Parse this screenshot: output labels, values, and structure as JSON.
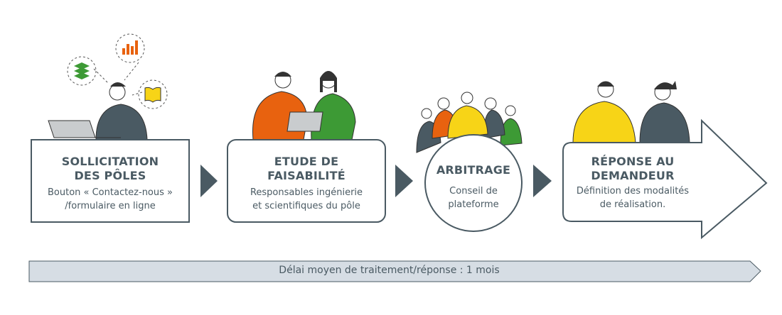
{
  "colors": {
    "ink": "#4a5a63",
    "orange": "#e8620f",
    "green": "#3d9a35",
    "yellow": "#f7d417",
    "bar": "#d6dde4"
  },
  "steps": [
    {
      "title_line1": "SOLLICITATION",
      "title_line2": "DES PÔLES",
      "sub_line1": "Bouton « Contactez-nous »",
      "sub_line2": "/formulaire en ligne"
    },
    {
      "title_line1": "ETUDE DE",
      "title_line2": "FAISABILITÉ",
      "sub_line1": "Responsables ingénierie",
      "sub_line2": "et scientifiques du pôle"
    },
    {
      "title_line1": "ARBITRAGE",
      "sub_line1": "Conseil de",
      "sub_line2": "plateforme"
    },
    {
      "title_line1": "RÉPONSE AU",
      "title_line2": "DEMANDEUR",
      "sub_line1": "Définition des modalités",
      "sub_line2": "de réalisation."
    }
  ],
  "timeline": {
    "label": "Délai moyen de traitement/réponse : 1 mois"
  },
  "icons": [
    "layers-icon",
    "bar-chart-icon",
    "book-icon",
    "laptop-icon",
    "person-icon"
  ]
}
